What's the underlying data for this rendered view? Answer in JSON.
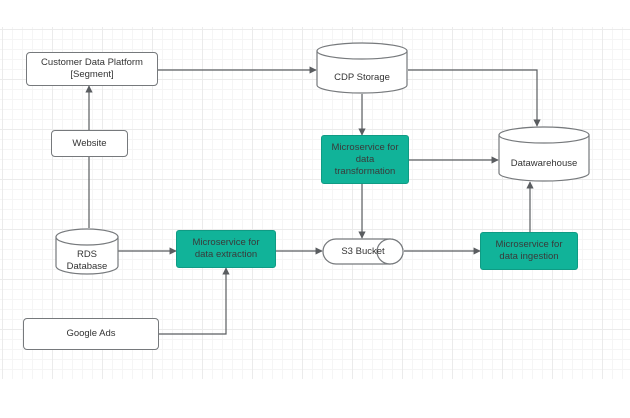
{
  "diagram": {
    "title": "Data pipeline architecture diagram",
    "background": "#ffffff",
    "grid_color": "#ebebeb",
    "accent_color": "#11b399",
    "stroke_color": "#76797c",
    "text_color": "#333333",
    "nodes": [
      {
        "id": "cdp",
        "label": "Customer Data Platform\n[Segment]",
        "line1": "Customer Data Platform",
        "line2": "[Segment]",
        "shape": "rectangle",
        "fill": "#ffffff"
      },
      {
        "id": "website",
        "label": "Website",
        "line1": "Website",
        "line2": "",
        "shape": "rectangle",
        "fill": "#ffffff"
      },
      {
        "id": "rds",
        "label": "RDS\nDatabase",
        "line1": "RDS",
        "line2": "Database",
        "shape": "cylinder",
        "fill": "#ffffff"
      },
      {
        "id": "google-ads",
        "label": "Google Ads",
        "line1": "Google Ads",
        "line2": "",
        "shape": "rectangle",
        "fill": "#ffffff"
      },
      {
        "id": "extraction",
        "label": "Microservice for\ndata extraction",
        "line1": "Microservice for",
        "line2": "data extraction",
        "shape": "rectangle",
        "fill": "#11b399"
      },
      {
        "id": "cdp-storage",
        "label": "CDP Storage",
        "line1": "CDP Storage",
        "line2": "",
        "shape": "cylinder",
        "fill": "#ffffff"
      },
      {
        "id": "transformation",
        "label": "Microservice for\ndata\ntransformation",
        "line1": "Microservice for",
        "line2": "data",
        "line3": "transformation",
        "shape": "rectangle",
        "fill": "#11b399"
      },
      {
        "id": "s3-bucket",
        "label": "S3 Bucket",
        "line1": "S3 Bucket",
        "line2": "",
        "shape": "horizontal-cylinder",
        "fill": "#ffffff"
      },
      {
        "id": "datawarehouse",
        "label": "Datawarehouse",
        "line1": "Datawarehouse",
        "line2": "",
        "shape": "cylinder",
        "fill": "#ffffff"
      },
      {
        "id": "ingestion",
        "label": "Microservice for\ndata ingestion",
        "line1": "Microservice for",
        "line2": "data ingestion",
        "shape": "rectangle",
        "fill": "#11b399"
      }
    ],
    "edges": [
      {
        "from": "cdp",
        "to": "cdp-storage",
        "direction": "one-way"
      },
      {
        "from": "website",
        "to": "cdp",
        "direction": "one-way"
      },
      {
        "from": "rds",
        "to": "website",
        "direction": "one-way"
      },
      {
        "from": "rds",
        "to": "extraction",
        "direction": "one-way"
      },
      {
        "from": "google-ads",
        "to": "extraction",
        "direction": "one-way"
      },
      {
        "from": "extraction",
        "to": "s3-bucket",
        "direction": "one-way"
      },
      {
        "from": "cdp-storage",
        "to": "transformation",
        "direction": "one-way"
      },
      {
        "from": "cdp-storage",
        "to": "datawarehouse",
        "direction": "one-way"
      },
      {
        "from": "s3-bucket",
        "to": "transformation",
        "direction": "two-way"
      },
      {
        "from": "transformation",
        "to": "datawarehouse",
        "direction": "two-way"
      },
      {
        "from": "s3-bucket",
        "to": "ingestion",
        "direction": "one-way"
      },
      {
        "from": "ingestion",
        "to": "datawarehouse",
        "direction": "one-way"
      }
    ]
  }
}
